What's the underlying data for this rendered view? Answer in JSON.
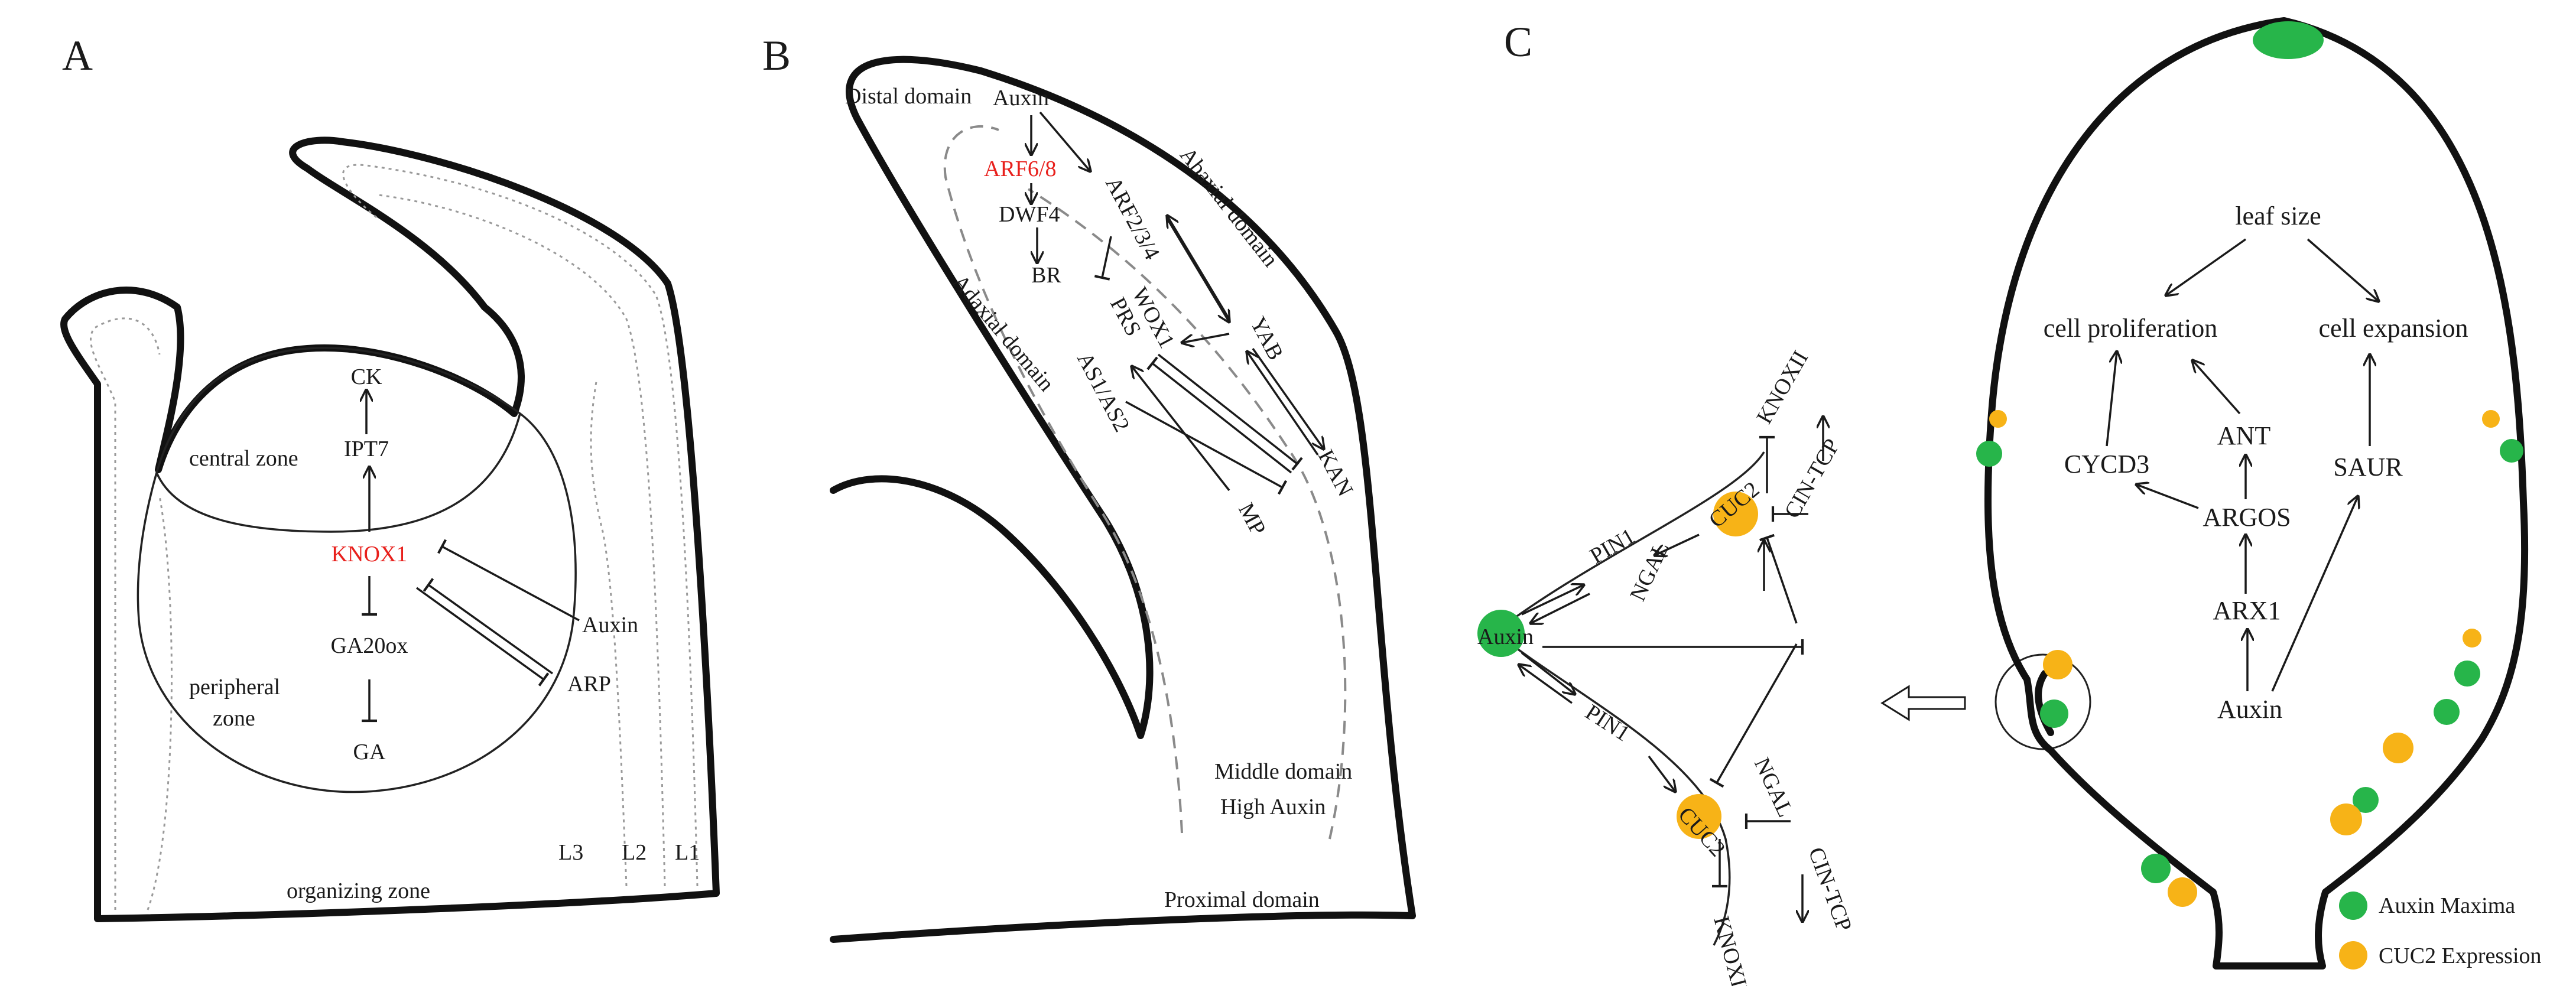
{
  "panels": {
    "a": {
      "letter": "A",
      "zones": {
        "central": "central zone",
        "peripheral_1": "peripheral",
        "peripheral_2": "zone",
        "organizing": "organizing zone"
      },
      "layers": {
        "l3": "L3",
        "l2": "L2",
        "l1": "L1"
      },
      "genes": {
        "ck": "CK",
        "ipt7": "IPT7",
        "knox1": "KNOX1",
        "ga20ox": "GA20ox",
        "ga": "GA",
        "auxin": "Auxin",
        "arp": "ARP"
      }
    },
    "b": {
      "letter": "B",
      "domains": {
        "distal": "Distal domain",
        "abaxial": "Abaxial domain",
        "adaxial": "Adaxial domain",
        "middle_1": "Middle domain",
        "middle_2": "High Auxin",
        "proximal": "Proximal domain"
      },
      "genes": {
        "auxin": "Auxin",
        "arf68": "ARF6/8",
        "dwf4": "DWF4",
        "br": "BR",
        "arf234": "ARF2/3/4",
        "wox1": "WOX1",
        "prs": "PRS",
        "as1as2": "AS1/AS2",
        "yab": "YAB",
        "kan": "KAN",
        "mp": "MP"
      }
    },
    "c": {
      "letter": "C",
      "sinus": {
        "cuc2": "CUC2",
        "knoxii": "KNOXII",
        "cintcp": "CIN-TCP",
        "pin1": "PIN1",
        "ngal": "NGAL",
        "auxin": "Auxin"
      },
      "network": {
        "leaf_size": "leaf size",
        "cell_proliferation": "cell proliferation",
        "cell_expansion": "cell expansion",
        "cycd3": "CYCD3",
        "ant": "ANT",
        "saur": "SAUR",
        "argos": "ARGOS",
        "arx1": "ARX1",
        "auxin": "Auxin"
      },
      "legend": [
        {
          "label": "Auxin Maxima",
          "color": "#27b54a"
        },
        {
          "label": "CUC2 Expression",
          "color": "#f7b317"
        }
      ]
    }
  },
  "colors": {
    "knox_red": "#e8201c",
    "auxin_green": "#27b54a",
    "cuc2_orange": "#f7b317",
    "outline": "#111111"
  }
}
